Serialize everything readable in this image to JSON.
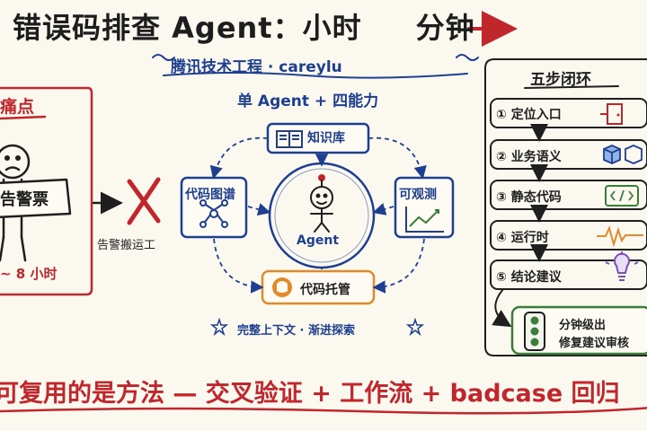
{
  "title": {
    "main": "错误码排查 Agent：小时",
    "after": "分钟"
  },
  "subtitle": "腾讯技术工程 · careylu",
  "painpoint": {
    "title": "痛点",
    "sign": "告警票",
    "time": "~ 8 小时",
    "porter": "告警搬运工"
  },
  "mode": {
    "title": "单 Agent + 四能力",
    "center": "Agent",
    "nodes": {
      "kb": "知识库",
      "graph": "代码图谱",
      "observability": "可观测",
      "repo": "代码托管"
    },
    "note": "完整上下文 · 渐进探索"
  },
  "steps": {
    "title": "五步闭环",
    "items": [
      "① 定位入口",
      "② 业务语义",
      "③ 静态代码",
      "④ 运行时",
      "⑤ 结论建议"
    ],
    "result": [
      "分钟级出",
      "修复建议审核"
    ]
  },
  "footer": "可复用的是方法 — 交叉验证 + 工作流 + badcase 回归",
  "colors": {
    "red": "#c0262c",
    "blue": "#1e3f8f",
    "green": "#3a7d3a",
    "orange": "#e08a2a",
    "paper": "#fbf8f0"
  }
}
